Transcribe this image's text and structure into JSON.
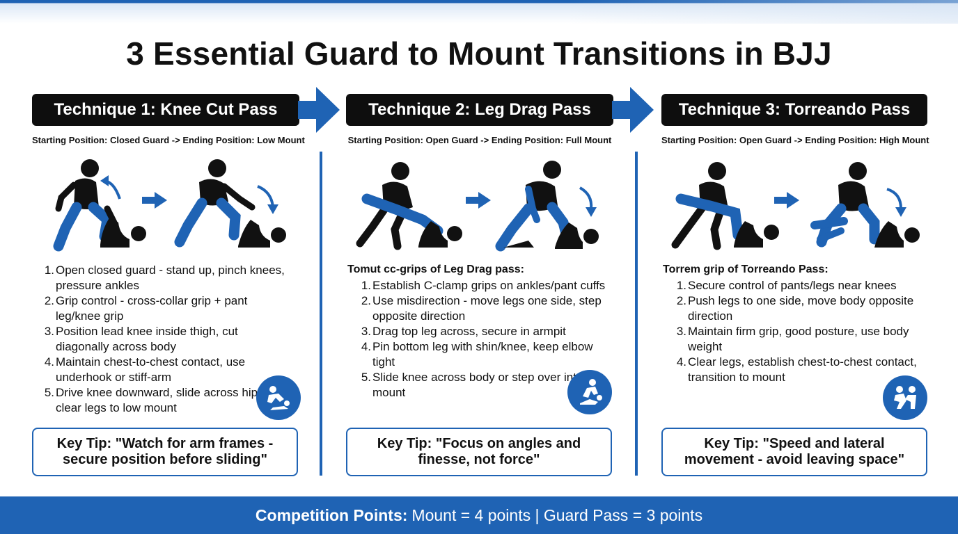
{
  "title": "3 Essential Guard to Mount Transitions in BJJ",
  "colors": {
    "accent": "#1f63b4",
    "header_bg": "#0e0e0e",
    "figure": "#111111"
  },
  "techniques": [
    {
      "header": "Technique 1: Knee Cut Pass",
      "position_line": "Starting Position: Closed Guard -> Ending Position: Low Mount",
      "steps_heading": "",
      "steps": [
        {
          "num": "1.",
          "text": "Open closed guard - stand up, pinch knees, pressure ankles"
        },
        {
          "num": "2.",
          "text": "Grip control - cross-collar grip + pant leg/knee grip"
        },
        {
          "num": "3.",
          "text": "Position lead knee inside thigh, cut diagonally across body"
        },
        {
          "num": "4.",
          "text": "Maintain chest-to-chest contact, use underhook or stiff-arm"
        },
        {
          "num": "5.",
          "text": "Drive knee downward, slide across hip, clear legs to low mount"
        }
      ],
      "key_tip": "Key Tip: \"Watch for arm frames - secure position before sliding\""
    },
    {
      "header": "Technique 2: Leg Drag Pass",
      "position_line": "Starting Position: Open Guard -> Ending Position: Full Mount",
      "steps_heading": "Tomut cc-grips of Leg Drag pass:",
      "steps": [
        {
          "num": "1.",
          "text": "Establish C-clamp grips on ankles/pant cuffs"
        },
        {
          "num": "2.",
          "text": "Use misdirection - move legs one side, step opposite direction"
        },
        {
          "num": "3.",
          "text": "Drag top leg across, secure in armpit"
        },
        {
          "num": "4.",
          "text": "Pin bottom leg with shin/knee, keep elbow tight"
        },
        {
          "num": "5.",
          "text": "Slide knee across body or step over into mount"
        }
      ],
      "key_tip": "Key Tip: \"Focus on angles and finesse, not force\""
    },
    {
      "header": "Technique 3: Torreando Pass",
      "position_line": "Starting Position: Open Guard -> Ending Position: High Mount",
      "steps_heading": "Torrem grip of Torreando Pass:",
      "steps": [
        {
          "num": "1.",
          "text": "Secure control of pants/legs near knees"
        },
        {
          "num": "2.",
          "text": "Push legs to one side, move body opposite direction"
        },
        {
          "num": "3.",
          "text": "Maintain firm grip, good posture, use body weight"
        },
        {
          "num": "4.",
          "text": "Clear legs, establish chest-to-chest contact, transition to mount"
        }
      ],
      "key_tip": "Key Tip: \"Speed and lateral movement - avoid leaving space\""
    }
  ],
  "footer": {
    "label": "Competition Points:",
    "text": "Mount = 4 points | Guard Pass = 3 points"
  },
  "icons": [
    "flow-arrow-icon",
    "step-arrow-icon",
    "curved-arrow-icon",
    "grappling-badge-icon"
  ]
}
